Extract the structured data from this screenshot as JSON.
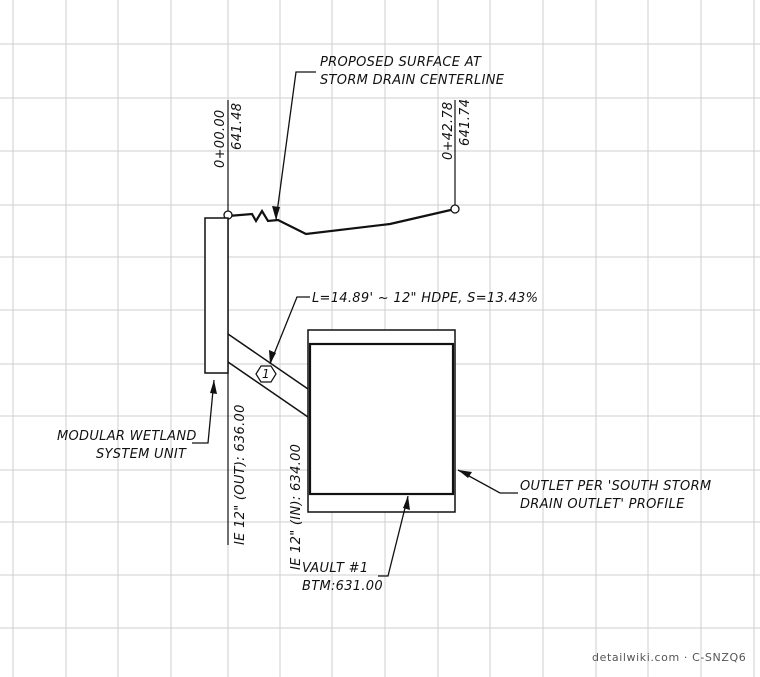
{
  "labels": {
    "proposed_surface_line1": "PROPOSED SURFACE AT",
    "proposed_surface_line2": "STORM DRAIN CENTERLINE",
    "station_start": "0+00.00",
    "elev_start": "641.48",
    "station_end": "0+42.78",
    "elev_end": "641.74",
    "pipe_label": "L=14.89' ~ 12\" HDPE, S=13.43%",
    "pipe_tag": "1",
    "wetland_line1": "MODULAR WETLAND",
    "wetland_line2": "SYSTEM UNIT",
    "ie_out": "IE 12\" (OUT): 636.00",
    "ie_in": "IE 12\" (IN): 634.00",
    "outlet_line1": "OUTLET PER 'SOUTH STORM",
    "outlet_line2": "DRAIN OUTLET' PROFILE",
    "vault_line1": "VAULT #1",
    "vault_line2": "BTM:631.00"
  },
  "watermark": "detailwiki.com · C-SNZQ6"
}
